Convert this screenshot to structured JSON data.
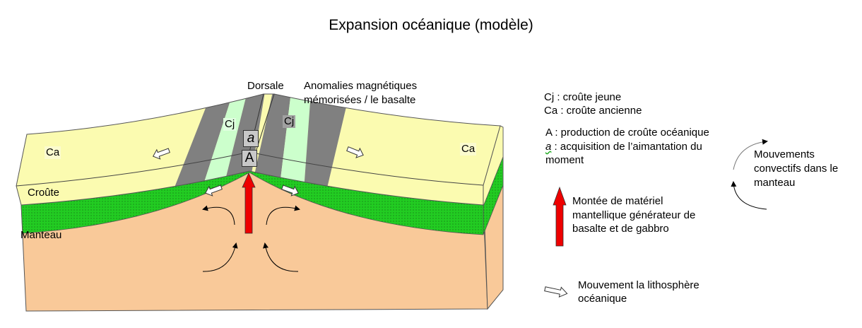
{
  "title": "Expansion océanique (modèle)",
  "diagram": {
    "ridge_label": "Dorsale",
    "anomalies_label_line1": "Anomalies magnétiques",
    "anomalies_label_line2": "mémorisées / le basalte",
    "cj_label": "Cj",
    "ca_label": "Ca",
    "crust_label": "Croûte",
    "mantle_label": "Manteau",
    "box_a_lower": "a",
    "box_a_upper": "A"
  },
  "legend": {
    "cj": "Cj : croûte jeune",
    "ca": "Ca : croûte ancienne",
    "A": "A : production de croûte océanique",
    "a_letter": "a",
    "a_rest": " : acquisition de l’aimantation du",
    "a_line2": "moment",
    "convection_line1": "Mouvements",
    "convection_line2": "convectifs dans le",
    "convection_line3": "manteau",
    "rise_line1": "Montée  de matériel",
    "rise_line2": "mantellique générateur de",
    "rise_line3": "basalte et de gabbro",
    "litho_line1": "Mouvement  la lithosphère",
    "litho_line2": "océanique"
  },
  "colors": {
    "crust": "#fbfbb0",
    "mantle_layer": "#22cc22",
    "mantle": "#f9c999",
    "stripe_dark": "#808080",
    "stripe_light": "#ccffcc",
    "rise_arrow": "#ee0000"
  }
}
